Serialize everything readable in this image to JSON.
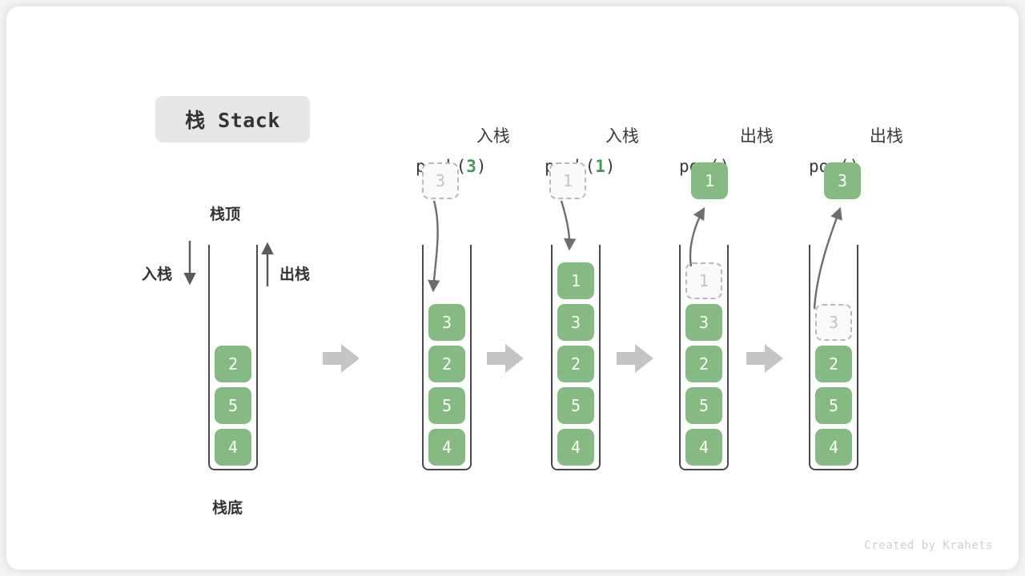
{
  "title": {
    "text": "栈 Stack"
  },
  "labels": {
    "top": "栈顶",
    "bottom": "栈底",
    "push_side": "入栈",
    "pop_side": "出栈"
  },
  "watermark": "Created by Krahets",
  "colors": {
    "element_green": "#85bb83",
    "arg_green": "#3f9e4d",
    "ghost_border": "#b9b9b9",
    "ghost_fill": "#fafafa",
    "wall": "#4a4a4a",
    "flow_arrow": "#c5c5c5",
    "curve_arrow": "#6e6e6e",
    "chip_bg": "#e7e7e7",
    "card_bg": "#ffffff",
    "page_bg": "#f2f2f2"
  },
  "initial_stack": {
    "elements": [
      "2",
      "5",
      "4"
    ]
  },
  "steps": [
    {
      "op": "push",
      "line1": "入栈",
      "line2_pre": "push(",
      "line2_arg": "3",
      "line2_post": ")",
      "floating": {
        "value": "3",
        "style": "ghost"
      },
      "stack": [
        {
          "value": "3",
          "style": "solid"
        },
        {
          "value": "2",
          "style": "solid"
        },
        {
          "value": "5",
          "style": "solid"
        },
        {
          "value": "4",
          "style": "solid"
        }
      ]
    },
    {
      "op": "push",
      "line1": "入栈",
      "line2_pre": "push(",
      "line2_arg": "1",
      "line2_post": ")",
      "floating": {
        "value": "1",
        "style": "ghost"
      },
      "stack": [
        {
          "value": "1",
          "style": "solid"
        },
        {
          "value": "3",
          "style": "solid"
        },
        {
          "value": "2",
          "style": "solid"
        },
        {
          "value": "5",
          "style": "solid"
        },
        {
          "value": "4",
          "style": "solid"
        }
      ]
    },
    {
      "op": "pop",
      "line1": "出栈",
      "line2_pre": "pop(",
      "line2_arg": "",
      "line2_post": ")",
      "floating": {
        "value": "1",
        "style": "solid"
      },
      "stack": [
        {
          "value": "1",
          "style": "ghost"
        },
        {
          "value": "3",
          "style": "solid"
        },
        {
          "value": "2",
          "style": "solid"
        },
        {
          "value": "5",
          "style": "solid"
        },
        {
          "value": "4",
          "style": "solid"
        }
      ]
    },
    {
      "op": "pop",
      "line1": "出栈",
      "line2_pre": "pop(",
      "line2_arg": "",
      "line2_post": ")",
      "floating": {
        "value": "3",
        "style": "solid"
      },
      "stack": [
        {
          "value": "3",
          "style": "ghost"
        },
        {
          "value": "2",
          "style": "solid"
        },
        {
          "value": "5",
          "style": "solid"
        },
        {
          "value": "4",
          "style": "solid"
        }
      ]
    }
  ]
}
